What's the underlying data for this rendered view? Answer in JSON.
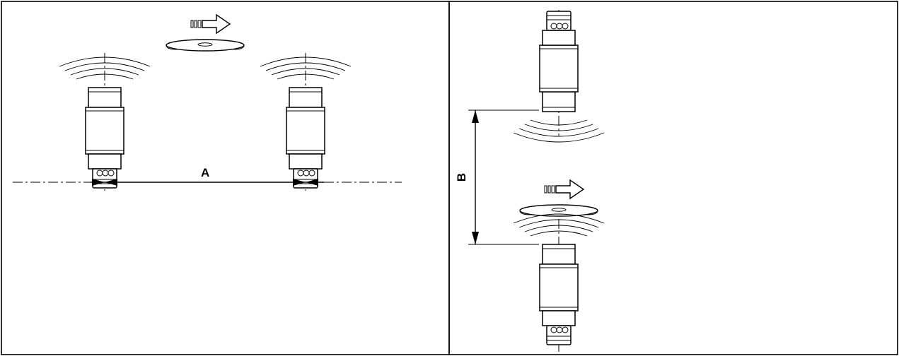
{
  "colors": {
    "line": "#000000",
    "background": "#ffffff"
  },
  "panels": [
    {
      "id": "side-by-side",
      "dimension_label": "A",
      "sensors": 2,
      "target": "disc-with-motion-arrow"
    },
    {
      "id": "opposed",
      "dimension_label": "B",
      "sensors": 2,
      "target": "disc-with-motion-arrow"
    }
  ]
}
